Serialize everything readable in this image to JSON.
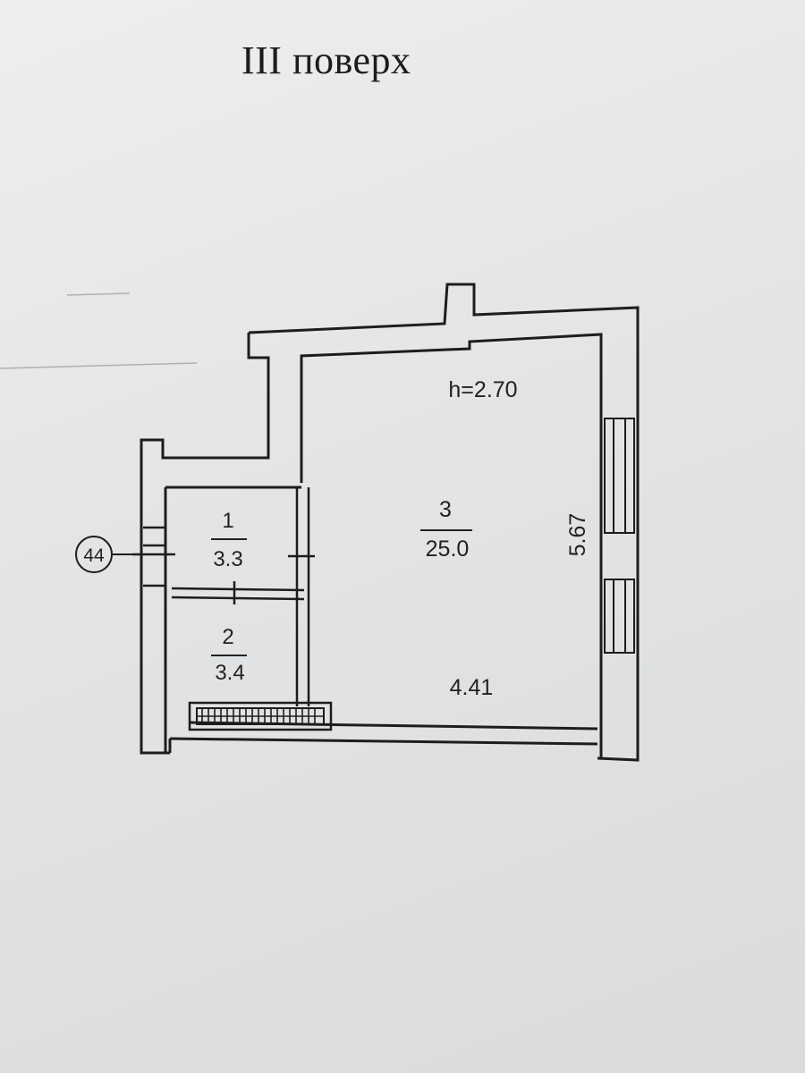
{
  "floor_title": "III поверх",
  "ceiling_height": "h=2.70",
  "grid_axis": "44",
  "rooms": [
    {
      "number": "1",
      "area": "3.3"
    },
    {
      "number": "2",
      "area": "3.4"
    },
    {
      "number": "3",
      "area": "25.0"
    }
  ],
  "dimensions": {
    "room_width": "4.41",
    "room_length": "5.67"
  },
  "colors": {
    "paper": "#e3e4e6",
    "ink": "#222222"
  }
}
